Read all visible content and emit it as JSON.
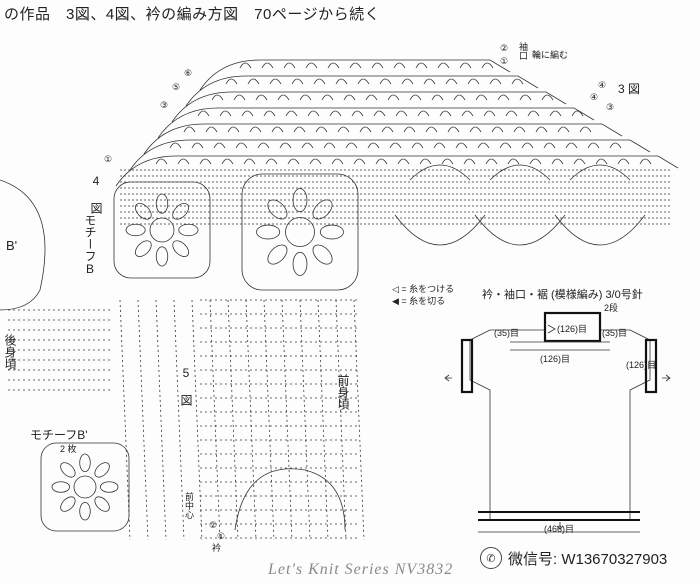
{
  "title": "の作品　3図、4図、衿の編み方図　70ページから続く",
  "fig3": "3 図",
  "fig4": "4\n図",
  "fig5": "5\n図",
  "motif_b": "モチーフB",
  "motif_b_vertical": "モチーフB",
  "motif_b2_title": "モチーフB'",
  "motif_b2_count": "2 枚",
  "b_prime_label": "B'",
  "back_body": "後身頃",
  "front_body": "前身頃",
  "front_center": "前中心",
  "collar": "衿",
  "sleeve_opening": "袖口",
  "sleeve_note": "輪に編む",
  "attach_thread": "◁ = 糸をつける",
  "cut_thread": "◀ = 糸を切る",
  "right_title": "衿・袖口・裾 (模様編み) 3/0号針",
  "dims": {
    "top_center": "(126)目",
    "top_left": "(35)目",
    "top_right": "(35)目",
    "mid": "(126)目",
    "right_side": "(126)目",
    "bottom": "(466)目",
    "two": "2",
    "two_rows": "2段"
  },
  "row_markers": [
    "①",
    "②",
    "③",
    "④",
    "⑤",
    "⑥"
  ],
  "watermark": "Let's Knit Series NV3832",
  "wechat": {
    "icon": "wechat-icon",
    "label": "微信号: W13670327903"
  }
}
